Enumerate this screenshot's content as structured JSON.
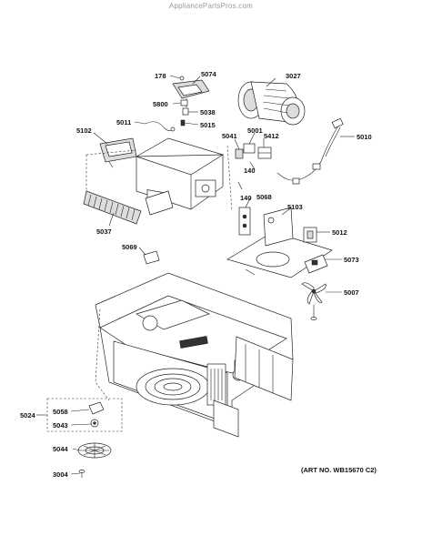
{
  "watermark": "AppliancePartsPros.com",
  "art_number": "(ART NO. WB15670 C2)",
  "callouts": {
    "p178": "178",
    "p5074": "5074",
    "p3027": "3027",
    "p5800": "5800",
    "p5038": "5038",
    "p5011": "5011",
    "p5015": "5015",
    "p5102": "5102",
    "p5041": "5041",
    "p5001": "5001",
    "p5412": "5412",
    "p5010": "5010",
    "p140a": "140",
    "p140b": "140",
    "p5037": "5037",
    "p5068": "5068",
    "p5103": "5103",
    "p5012": "5012",
    "p5069": "5069",
    "p5073": "5073",
    "p5007": "5007",
    "p5024": "5024",
    "p5058": "5058",
    "p5043": "5043",
    "p5044": "5044",
    "p3004": "3004"
  }
}
